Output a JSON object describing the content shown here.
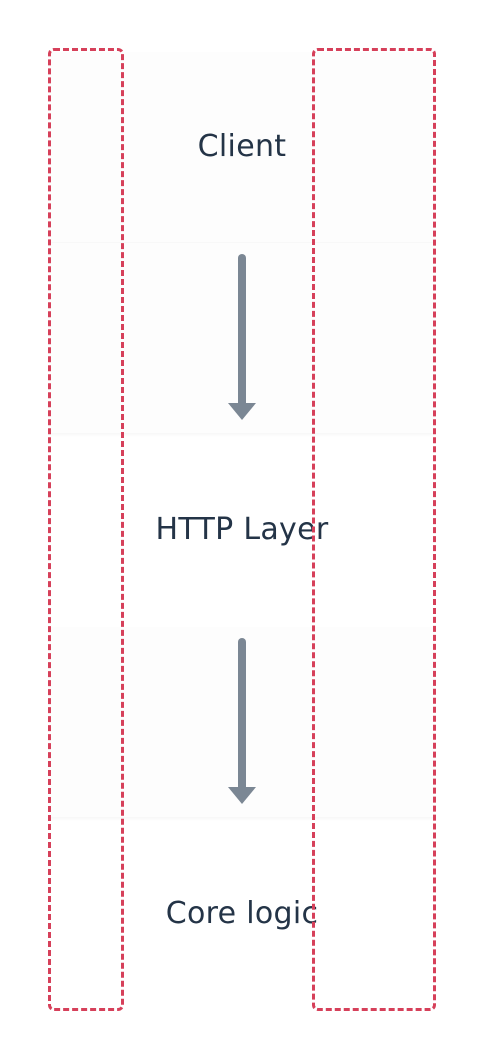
{
  "nodes": [
    {
      "label": "Client"
    },
    {
      "label": "HTTP Layer"
    },
    {
      "label": "Core logic"
    }
  ],
  "edges": [
    {
      "from": "Client",
      "to": "HTTP Layer"
    },
    {
      "from": "HTTP Layer",
      "to": "Core logic"
    }
  ],
  "groups": [
    {
      "style": "dashed"
    },
    {
      "style": "dashed"
    }
  ],
  "colors": {
    "text": "#243447",
    "arrow": "#7b8794",
    "dashed_border": "#d6405a",
    "node_fill": "#fdfdfd",
    "background": "#ffffff"
  }
}
